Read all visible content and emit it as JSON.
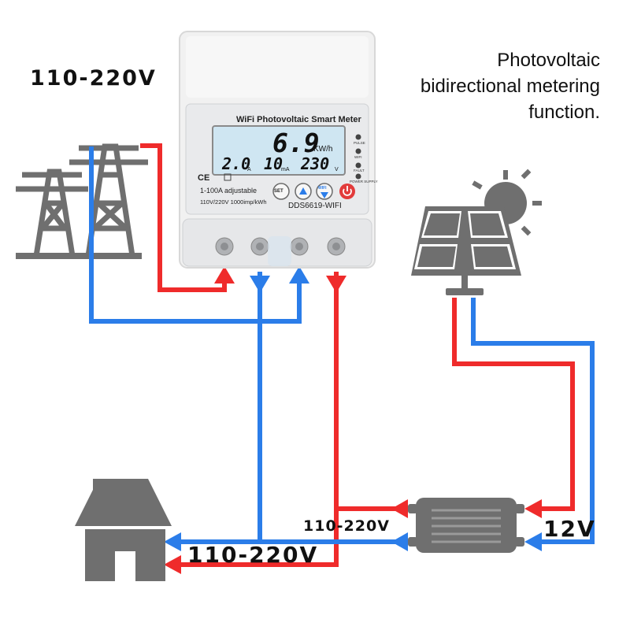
{
  "labels": {
    "grid_voltage": "110-220V",
    "house_voltage": "110-220V",
    "inverter_voltage": "110-220V",
    "dc_voltage": "12V"
  },
  "caption": [
    "Photovoltaic",
    "bidirectional metering",
    "function."
  ],
  "meter": {
    "title": "WiFi Photovoltaic Smart Meter",
    "spec_line_1": "1-100A adjustable",
    "spec_line_2": "110V/220V 1000imp/kWh",
    "model": "DDS6619-WIFI",
    "ce_mark": "CE",
    "lcd": {
      "energy": "6.9",
      "energy_unit": "KW/h",
      "current": "2.0",
      "current_unit": "A",
      "leakage": "10",
      "leakage_unit": "mA",
      "voltage": "230",
      "voltage_unit": "V"
    },
    "buttons": {
      "set": "SET",
      "wifi": "WIFI"
    },
    "indicators": [
      "PULSE",
      "WIFI",
      "FAULT",
      "POWER SUPPLY"
    ]
  },
  "colors": {
    "live_wire": "#ef2b2b",
    "neutral_wire": "#2b7de9",
    "icon_gray": "#6f6f6f",
    "meter_body": "#f2f2f2",
    "lcd_background": "#cfe6f2",
    "power_button": "#e23b3b"
  }
}
